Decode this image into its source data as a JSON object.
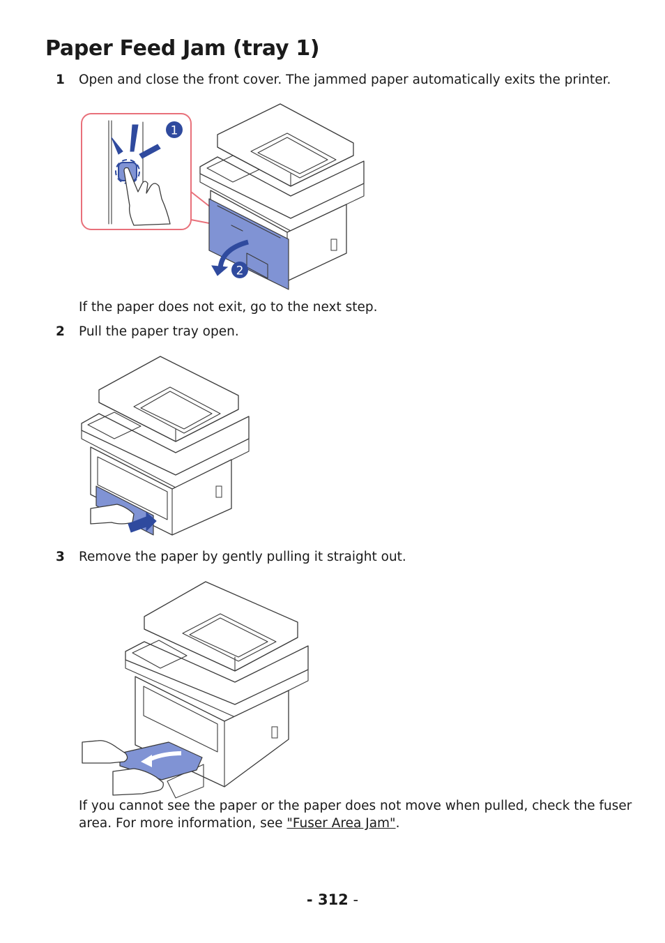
{
  "page": {
    "title": "Paper Feed Jam (tray 1)",
    "steps": [
      {
        "number": "1",
        "text": "Open and close the front cover. The jammed paper automatically exits the printer."
      },
      {
        "number": "2",
        "text": "Pull the paper tray open."
      },
      {
        "number": "3",
        "text": "Remove the paper by gently pulling it straight out."
      }
    ],
    "note1": "If the paper does not exit, go to the next step.",
    "note2": {
      "line1": "If you cannot see the paper or the paper does not move when pulled, check the fuser",
      "line2_prefix": "area. For more information, see ",
      "link_text": "\"Fuser Area Jam\"",
      "line2_suffix": "."
    },
    "figure1": {
      "callout_1": "1",
      "callout_2": "2"
    },
    "footer": {
      "dash_left": "- ",
      "page_number": "312",
      "dash_right": " -"
    }
  },
  "colors": {
    "highlight_blue": "#8093d4",
    "dark_blue": "#2f4a9e",
    "callout_border": "#e8707a"
  },
  "icons": [
    "printer-illustration",
    "hand-pointer-icon",
    "curved-arrow-icon",
    "pull-arrow-icon"
  ]
}
